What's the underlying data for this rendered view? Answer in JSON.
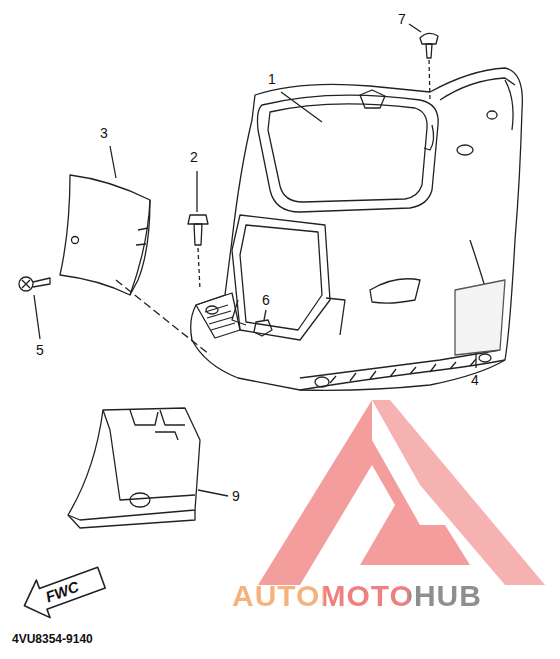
{
  "diagram": {
    "labels": [
      "1",
      "2",
      "3",
      "4",
      "5",
      "6",
      "7",
      "9",
      "FWC",
      "4VU8354-9140",
      "AUTOMOTOHUB"
    ]
  }
}
